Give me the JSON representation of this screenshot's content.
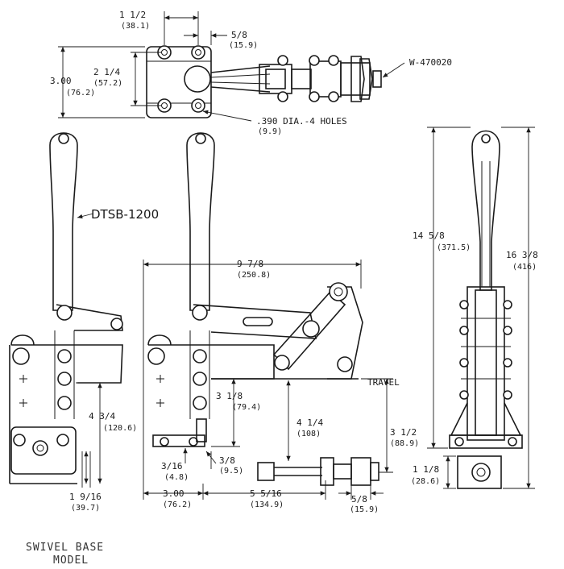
{
  "drawing": {
    "dims": {
      "d1": "1 1/2",
      "d1m": "(38.1)",
      "d2": "5/8",
      "d2m": "(15.9)",
      "d3": "2 1/4",
      "d3m": "(57.2)",
      "d4": "3.00",
      "d4m": "(76.2)",
      "holes": ".390 DIA.-4 HOLES",
      "holesm": "(9.9)",
      "d5": "9 7/8",
      "d5m": "(250.8)",
      "d6": "14 5/8",
      "d6m": "(371.5)",
      "d7": "16 3/8",
      "d7m": "(416)",
      "d8": "4 3/4",
      "d8m": "(120.6)",
      "d9": "3 1/8",
      "d9m": "(79.4)",
      "d10": "4 1/4",
      "d10m": "(108)",
      "d11": "3 1/2",
      "d11m": "(88.9)",
      "d12": "3/8",
      "d12m": "(9.5)",
      "d13": "3/16",
      "d13m": "(4.8)",
      "d14": "1 9/16",
      "d14m": "(39.7)",
      "d15": "3.00",
      "d15m": "(76.2)",
      "d16": "5 5/16",
      "d16m": "(134.9)",
      "d17": "5/8",
      "d17m": "(15.9)",
      "d18": "1 1/8",
      "d18m": "(28.6)"
    },
    "labels": {
      "part": "W-470020",
      "model": "DTSB-1200",
      "travel": "TRAVEL",
      "caption1": "SWIVEL BASE",
      "caption2": "MODEL"
    }
  }
}
